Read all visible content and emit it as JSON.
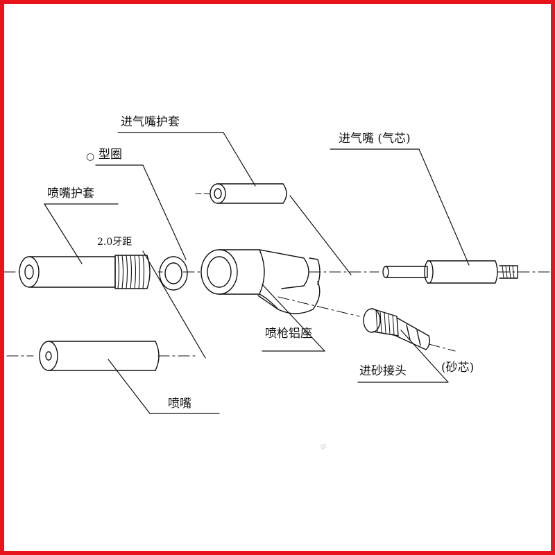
{
  "colors": {
    "border": "#e8141c",
    "line": "#111111",
    "background": "#ffffff"
  },
  "labels": {
    "intake_nozzle_cover": "进气嘴护套",
    "intake_nozzle_core": "进气嘴 (气芯)",
    "o_ring_symbol": "○",
    "o_ring": "型圈",
    "nozzle_cover": "喷嘴护套",
    "thread_pitch": "2.0牙距",
    "gun_base": "喷枪铝座",
    "sand_connector": "进砂接头",
    "sand_core": "(砂芯)",
    "nozzle": "喷嘴"
  },
  "watermark": "≡"
}
